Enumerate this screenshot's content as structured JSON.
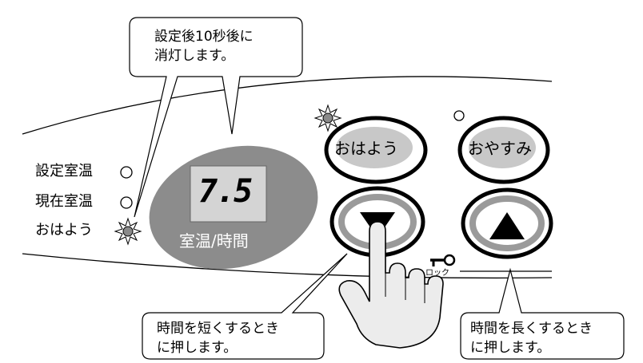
{
  "callouts": {
    "top_line1": "設定後10秒後に",
    "top_line2": "消灯します。",
    "left_line1": "時間を短くするとき",
    "left_line2": "に押します。",
    "right_line1": "時間を長くするとき",
    "right_line2": "に押します。"
  },
  "indicators": {
    "set_temp": "設定室温",
    "current_temp": "現在室温",
    "ohayou": "おはよう"
  },
  "display": {
    "value": "7.5",
    "caption": "室温/時間"
  },
  "buttons": {
    "ohayou": "おはよう",
    "oyasumi": "おやすみ",
    "down": "down-arrow-icon",
    "up": "up-arrow-icon"
  },
  "lock": {
    "label": "ロック",
    "icon": "key-icon"
  },
  "colors": {
    "panel_gray": "#8c8c8c",
    "button_face": "#c8c8c8",
    "button_ring": "#9a9a9a",
    "lit_led": "#8a8a8a"
  }
}
